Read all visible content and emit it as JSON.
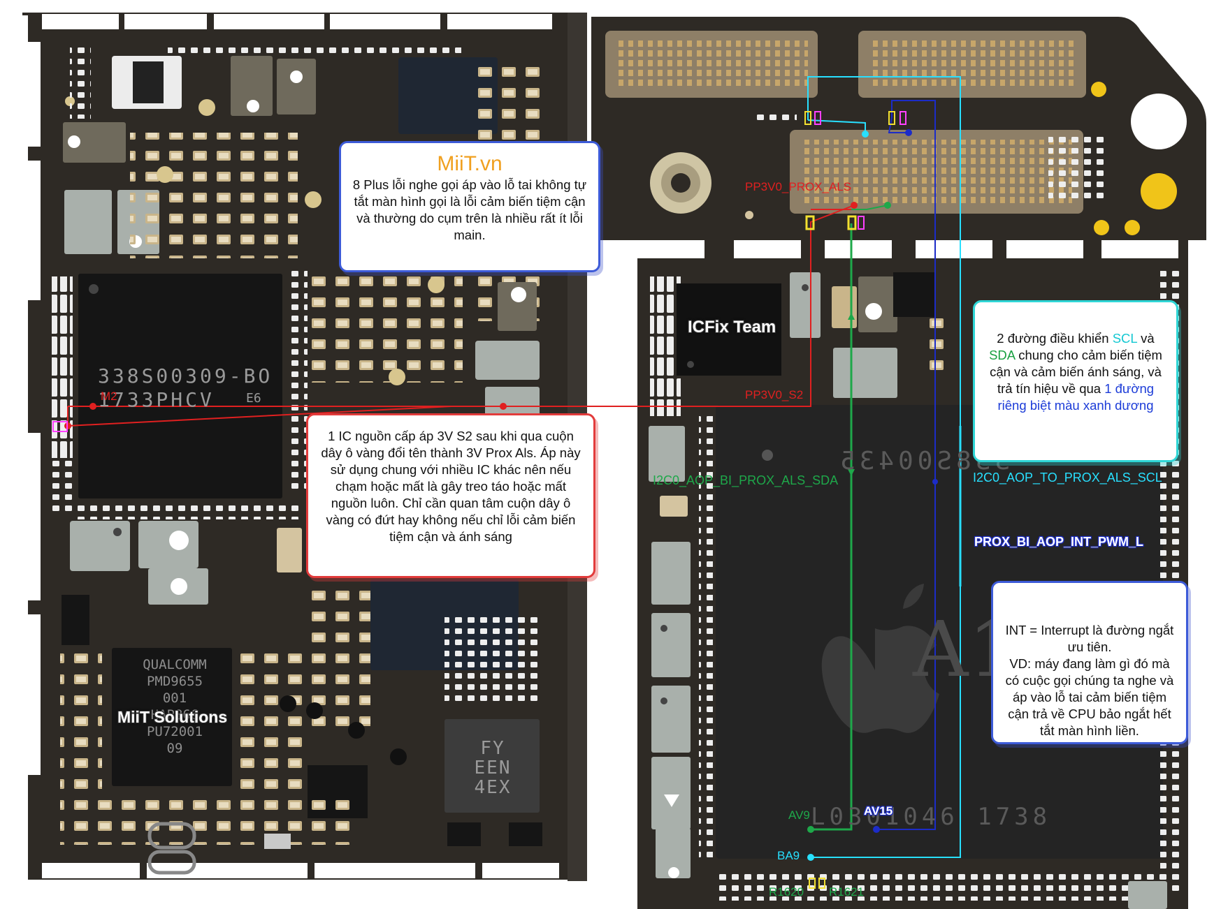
{
  "callouts": {
    "brand_note": {
      "brand": "MiiT.vn",
      "text": "8 Plus lỗi nghe gọi áp vào lỗ tai không tự tắt màn hình gọi là lỗi cảm biến tiệm cận và thường do cụm trên là nhiều rất ít lỗi main."
    },
    "power_note": {
      "text": "1 IC nguồn cấp áp 3V S2 sau khi qua cuộn dây ô vàng đổi tên thành 3V Prox Als. Áp này sử dụng chung với nhiều IC khác nên nếu chạm hoặc mất là gây treo táo hoặc mất nguồn luôn. Chỉ cần quan tâm cuộn dây ô vàng có đứt hay không nếu chỉ lỗi cảm biến tiệm cận và ánh sáng"
    },
    "bus_note": {
      "p1": "2 đường điều khiển ",
      "scl": "SCL",
      "p2": " và ",
      "sda": "SDA",
      "p3": " chung cho cảm biến tiệm cận và cảm biến ánh sáng, và trả tín hiệu về qua ",
      "blue": "1 đường riêng biệt màu xanh dương"
    },
    "int_note": {
      "text": "INT = Interrupt là đường ngắt ưu tiên.\nVD: máy đang làm gì đó mà có cuộc gọi chúng ta nghe và áp vào lỗ tai cảm biến tiệm cận trả về CPU bảo ngắt hết tắt màn hình liền."
    }
  },
  "labels": {
    "pp3v0_prox_als": "PP3V0_PROX_ALS",
    "pp3v0_s2": "PP3V0_S2",
    "m2": "M2",
    "sda": "I2C0_AOP_BI_PROX_ALS_SDA",
    "scl": "I2C0_AOP_TO_PROX_ALS_SCL",
    "int": "PROX_BI_AOP_INT_PWM_L",
    "av9": "AV9",
    "av15": "AV15",
    "ba9": "BA9",
    "r1620": "R1620",
    "r1621": "R1621",
    "icfix": "ICFix Team",
    "miit_solutions": "MiiT Solutions"
  },
  "chips": {
    "pmu_line1": "338S00309-BO",
    "pmu_line2": "1733PHCV",
    "pmu_line3": "E6",
    "qualcomm": [
      "QUALCOMM",
      "PMD9655",
      "001",
      "HAP866",
      "PU72001",
      "09"
    ],
    "fy": [
      "FY",
      "EEN",
      "4EX"
    ],
    "cpu_row1": "338S00435",
    "cpu_row2": "L0301046 1738",
    "cpu_a1": "A1"
  },
  "colors": {
    "board": "#2e2a25",
    "power_line": "#e02020",
    "sda_line": "#1ea84a",
    "scl_line": "#28e0ff",
    "int_line": "#1c2cc8",
    "pad_gold": "#c9b58a"
  }
}
